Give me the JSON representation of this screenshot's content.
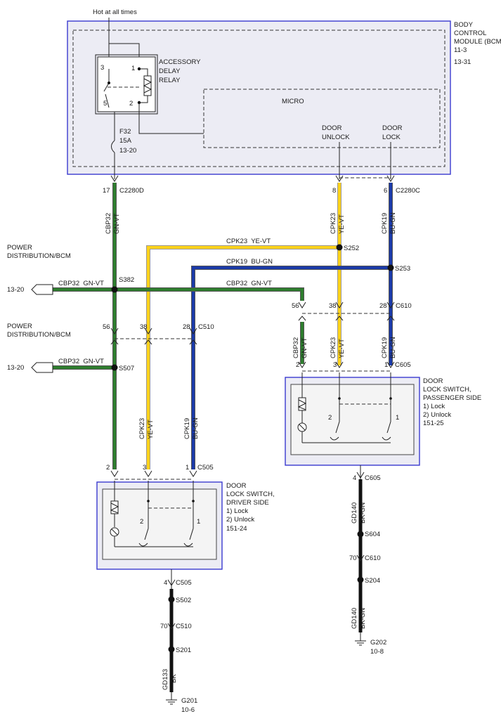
{
  "colors": {
    "green": "#2e7d2e",
    "yellow": "#ffd21a",
    "blue": "#1b3aa8",
    "black": "#111111",
    "module_border": "#3a3ad0"
  },
  "bcm": {
    "title_lines": [
      "BODY",
      "CONTROL",
      "MODULE (BCM)",
      "11-3",
      "13-31"
    ],
    "hot_label": "Hot at all times",
    "relay_lines": [
      "ACCESSORY",
      "DELAY",
      "RELAY"
    ],
    "relay_pins": [
      "3",
      "1",
      "5",
      "2"
    ],
    "fuse_lines": [
      "F32",
      "15A",
      "13-20"
    ],
    "micro_label": "MICRO",
    "door_unlock_lines": [
      "DOOR",
      "UNLOCK"
    ],
    "door_lock_lines": [
      "DOOR",
      "LOCK"
    ]
  },
  "connectors": {
    "pin17": "17",
    "c2280d": "C2280D",
    "pin8": "8",
    "pin6": "6",
    "c2280c": "C2280C",
    "pin56_left": "56",
    "pin38_left": "38",
    "pin28_left": "28",
    "c510_left": "C510",
    "pin56_right": "56",
    "pin38_right": "38",
    "pin28_right": "28",
    "c610_right": "C610",
    "pin2_c605": "2",
    "pin3_c605": "3",
    "pin1_c605": "1",
    "c605_top": "C605",
    "pin2_c505": "2",
    "pin3_c505": "3",
    "pin1_c505": "1",
    "c505_top": "C505",
    "pin4_c605": "4",
    "c605_bottom": "C605",
    "pin70_c610": "70",
    "c610_bottom": "C610",
    "pin4_c505": "4",
    "c505_bottom": "C505",
    "pin70_c510": "70",
    "c510_bottom": "C510"
  },
  "splices": {
    "s252": "S252",
    "s253": "S253",
    "s382": "S382",
    "s507": "S507",
    "s604": "S604",
    "s204": "S204",
    "s502": "S502",
    "s201": "S201"
  },
  "wires": {
    "cbp32_gnvt": [
      "CBP32",
      "GN-VT"
    ],
    "cpk23_yevt": [
      "CPK23",
      "YE-VT"
    ],
    "cpk19_bugn": [
      "CPK19",
      "BU-GN"
    ],
    "gd140_bkgn": [
      "GD140",
      "BK-GN"
    ],
    "gd133_bk": [
      "GD133",
      "BK"
    ],
    "h_cpk23": "CPK23  YE-VT",
    "h_cpk19": "CPK19  BU-GN",
    "h_cbp32": "CBP32  GN-VT",
    "h_cbp32_a": "CBP32  GN-VT",
    "h_cbp32_b": "CBP32  GN-VT"
  },
  "power": {
    "label1": [
      "POWER",
      "DISTRIBUTION/BCM"
    ],
    "ref1": "13-20",
    "label2": [
      "POWER",
      "DISTRIBUTION/BCM"
    ],
    "ref2": "13-20"
  },
  "driver_switch": {
    "lines": [
      "DOOR",
      "LOCK SWITCH,",
      "DRIVER SIDE",
      "1) Lock",
      "2) Unlock",
      "151-24"
    ],
    "pos2": "2",
    "pos1": "1"
  },
  "passenger_switch": {
    "lines": [
      "DOOR",
      "LOCK SWITCH,",
      "PASSENGER SIDE",
      "1) Lock",
      "2) Unlock",
      "151-25"
    ],
    "pos2": "2",
    "pos1": "1"
  },
  "grounds": {
    "g202": [
      "G202",
      "10-8"
    ],
    "g201": [
      "G201",
      "10-6"
    ]
  }
}
